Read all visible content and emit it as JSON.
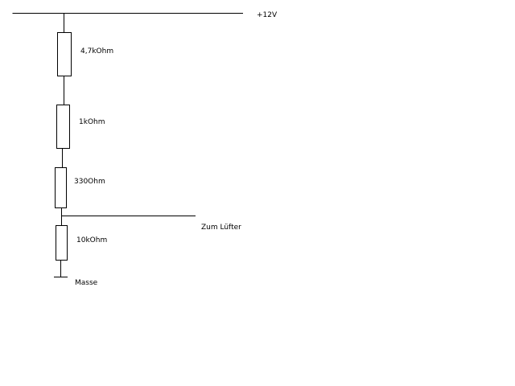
{
  "colors": {
    "background": "#ffffff",
    "line": "#000000"
  },
  "supply": {
    "label": "+12V"
  },
  "resistors": [
    {
      "label": "4,7kOhm"
    },
    {
      "label": "1kOhm"
    },
    {
      "label": "330Ohm"
    },
    {
      "label": "10kOhm"
    }
  ],
  "output": {
    "label": "Zum Lüfter"
  },
  "ground": {
    "label": "Masse"
  }
}
